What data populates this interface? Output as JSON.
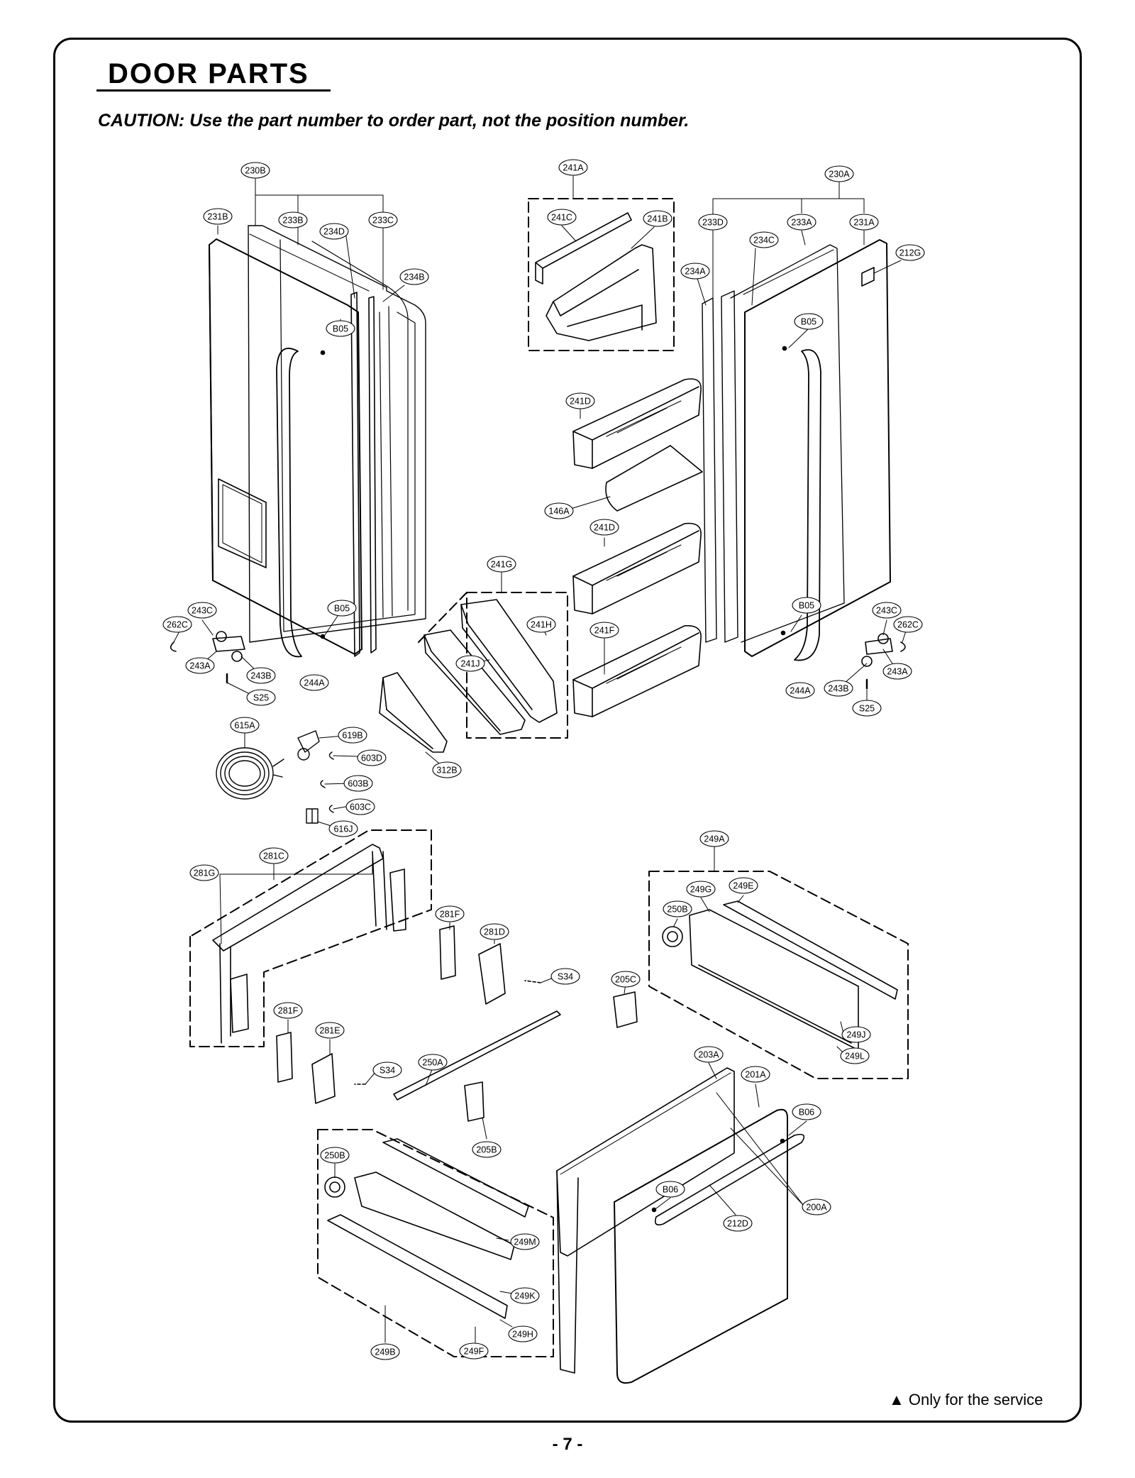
{
  "header": {
    "title": "DOOR PARTS",
    "caution": "CAUTION: Use the part number to order part, not the position number."
  },
  "footer": {
    "service_note": "▲ Only for the service",
    "page_number": "- 7 -"
  },
  "callouts": {
    "c230B": "230B",
    "c231B": "231B",
    "c233B": "233B",
    "c234D": "234D",
    "c233C": "233C",
    "c234B": "234B",
    "c241A": "241A",
    "c241C": "241C",
    "c241B": "241B",
    "c230A": "230A",
    "c233D": "233D",
    "c233A": "233A",
    "c231A": "231A",
    "c234C": "234C",
    "c212G": "212G",
    "c234A": "234A",
    "c B05_1": "B05",
    "cB05a": "B05",
    "cB05b": "B05",
    "cB05c": "B05",
    "cB05d": "B05",
    "c241Da": "241D",
    "c146A": "146A",
    "c241Db": "241D",
    "c241G": "241G",
    "c241H": "241H",
    "c241J": "241J",
    "c241F": "241F",
    "c243Ca": "243C",
    "c262Ca": "262C",
    "c243Aa": "243A",
    "c243Ba": "243B",
    "cS25a": "S25",
    "c244Aa": "244A",
    "c243Cb": "243C",
    "c262Cb": "262C",
    "c243Ab": "243A",
    "c243Bb": "243B",
    "cS25b": "S25",
    "c244Ab": "244A",
    "c615A": "615A",
    "c619B": "619B",
    "c603D": "603D",
    "c603B": "603B",
    "c603C": "603C",
    "c616J": "616J",
    "c312B": "312B",
    "c281C": "281C",
    "c281G": "281G",
    "c281Fa": "281F",
    "c281D": "281D",
    "cS34a": "S34",
    "c281Fb": "281F",
    "c281E": "281E",
    "cS34b": "S34",
    "c250A": "250A",
    "c205C": "205C",
    "c205B": "205B",
    "c249A": "249A",
    "c249G": "249G",
    "c249E": "249E",
    "c250Ba": "250B",
    "c249J": "249J",
    "c249L": "249L",
    "c203A": "203A",
    "c201A": "201A",
    "cB06a": "B06",
    "cB06b": "B06",
    "c200A": "200A",
    "c212D": "212D",
    "c250Bb": "250B",
    "c249M": "249M",
    "c249K": "249K",
    "c249H": "249H",
    "c249F": "249F",
    "c249B": "249B"
  }
}
